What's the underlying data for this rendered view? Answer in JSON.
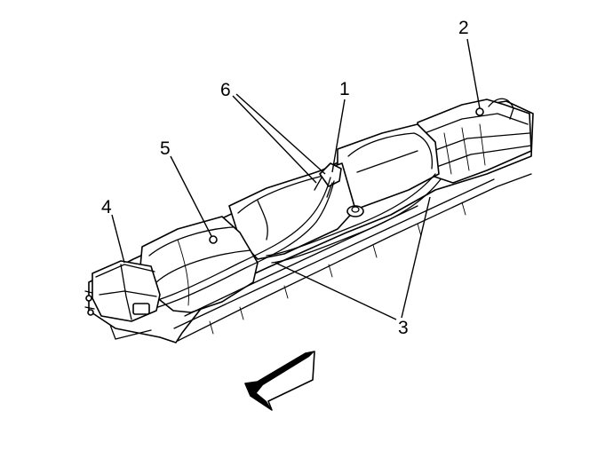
{
  "diagram": {
    "callouts": [
      {
        "id": "1",
        "label": "1"
      },
      {
        "id": "2",
        "label": "2"
      },
      {
        "id": "3",
        "label": "3"
      },
      {
        "id": "4",
        "label": "4"
      },
      {
        "id": "5",
        "label": "5"
      },
      {
        "id": "6",
        "label": "6"
      }
    ],
    "icons": {
      "direction_arrow": "front-direction-arrow-icon"
    }
  }
}
